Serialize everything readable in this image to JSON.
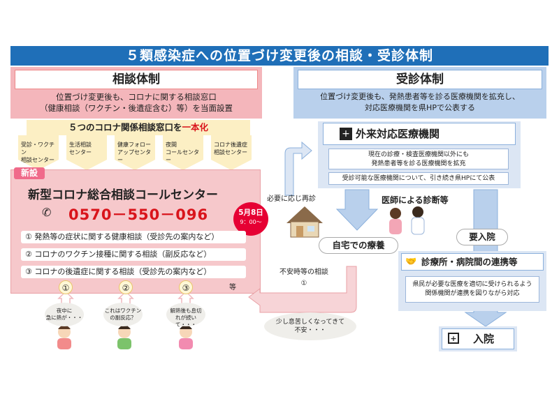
{
  "title": "５類感染症への位置づけ変更後の相談・受診体制",
  "left": {
    "head": "相談体制",
    "desc_line1": "位置づけ変更後も、コロナに関する相談窓口",
    "desc_line2": "（健康相談（ワクチン・後遺症含む）等）を当面設置",
    "windows_head_prefix": "５つのコロナ関係相談窓口を",
    "windows_head_emph": "一本化",
    "windows": [
      {
        "l1": "受診・ワクチン",
        "l2": "相談センター"
      },
      {
        "l1": "生活相談",
        "l2": "センター"
      },
      {
        "l1": "健康フォロー",
        "l2": "アップセンター"
      },
      {
        "l1": "夜間",
        "l2": "コールセンター"
      },
      {
        "l1": "コロナ後遺症",
        "l2": "相談センター"
      }
    ],
    "new_badge": "新設",
    "call_title": "新型コロナ総合相談コールセンター",
    "phone": "0570－550－096",
    "date": "5月8日",
    "time": "9：00～",
    "items": [
      "① 発熱等の症状に関する健康相談（受診先の案内など）",
      "② コロナのワクチン接種に関する相談（副反応など）",
      "③ コロナの後遺症に関する相談（受診先の案内など）"
    ],
    "etc": "等",
    "residents": [
      {
        "num": "①",
        "say_l1": "夜中に",
        "say_l2": "急に熱が・・・"
      },
      {
        "num": "②",
        "say_l1": "これはワクチン",
        "say_l2": "の副反応？"
      },
      {
        "num": "③",
        "say_l1": "解熱後も息切",
        "say_l2": "れが続いて・・・"
      }
    ]
  },
  "right": {
    "head": "受診体制",
    "desc_line1": "位置づけ変更後も、発熱患者等を診る医療機関を拡充し、",
    "desc_line2": "対応医療機関を県HPで公表する",
    "outpatient": "外来対応医療機関",
    "op_note1_l1": "現在の診療・検査医療機関以外にも",
    "op_note1_l2": "発熱患者等を診る医療機関を拡充",
    "op_note2": "受診可能な医療機関について、引き続き県HPにて公表",
    "doctor": "医師による診断等",
    "home": "自宅での療養",
    "reconsult": "必要に応じ再診",
    "need_adm": "要入院",
    "coop": "診療所・病院間の連携等",
    "coop_l1": "県民が必要な医療を適切に受けられるよう",
    "coop_l2": "関係機関が連携を図りながら対応",
    "admission": "入院",
    "anxiety_l1": "不安時等の相談",
    "anxiety_l2": "①",
    "anxiety_say_l1": "少し息苦しくなってきて",
    "anxiety_say_l2": "不安・・・"
  },
  "colors": {
    "title_bar": "#1f6fb8",
    "pink": "#f4b6bb",
    "blue": "#b9d0ec",
    "accent_red": "#d9141b"
  }
}
